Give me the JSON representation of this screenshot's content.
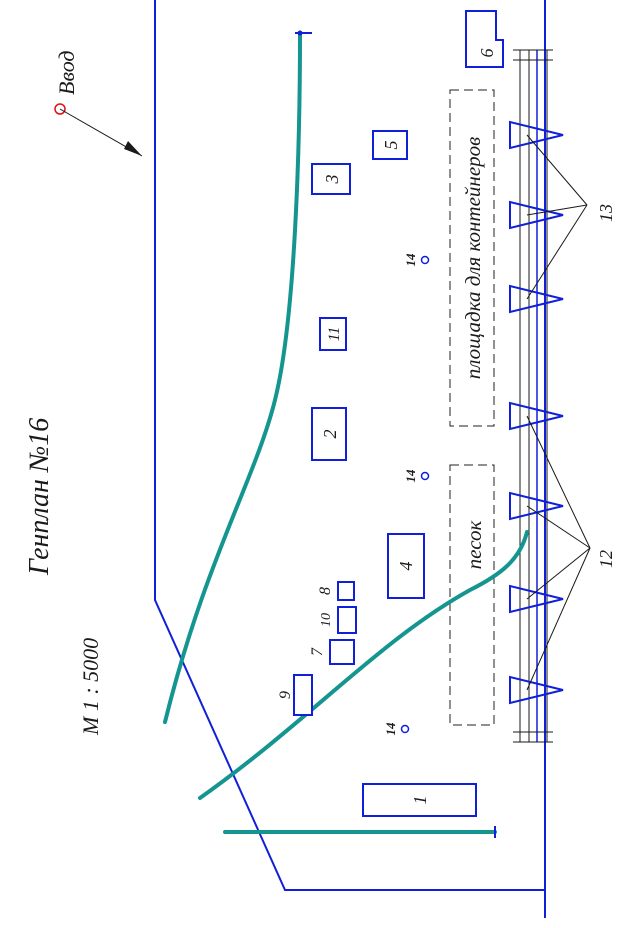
{
  "title": "Генплан №16",
  "scale": "М 1 : 5000",
  "entry_label": "Ввод",
  "areas": {
    "container_yard": "площадка для контейнеров",
    "sand": "песок"
  },
  "buildings": {
    "b1": "1",
    "b2": "2",
    "b3": "3",
    "b4": "4",
    "b5": "5",
    "b6": "6",
    "b7": "7",
    "b8": "8",
    "b9": "9",
    "b10": "10",
    "b11": "11"
  },
  "callouts": {
    "cranes_12": "12",
    "cranes_13": "13",
    "marker_14": "14"
  },
  "colors": {
    "boundary": "#1020d8",
    "utility_line": "#14958f",
    "text": "#1a1a1a",
    "entry_marker": "#e01010"
  }
}
